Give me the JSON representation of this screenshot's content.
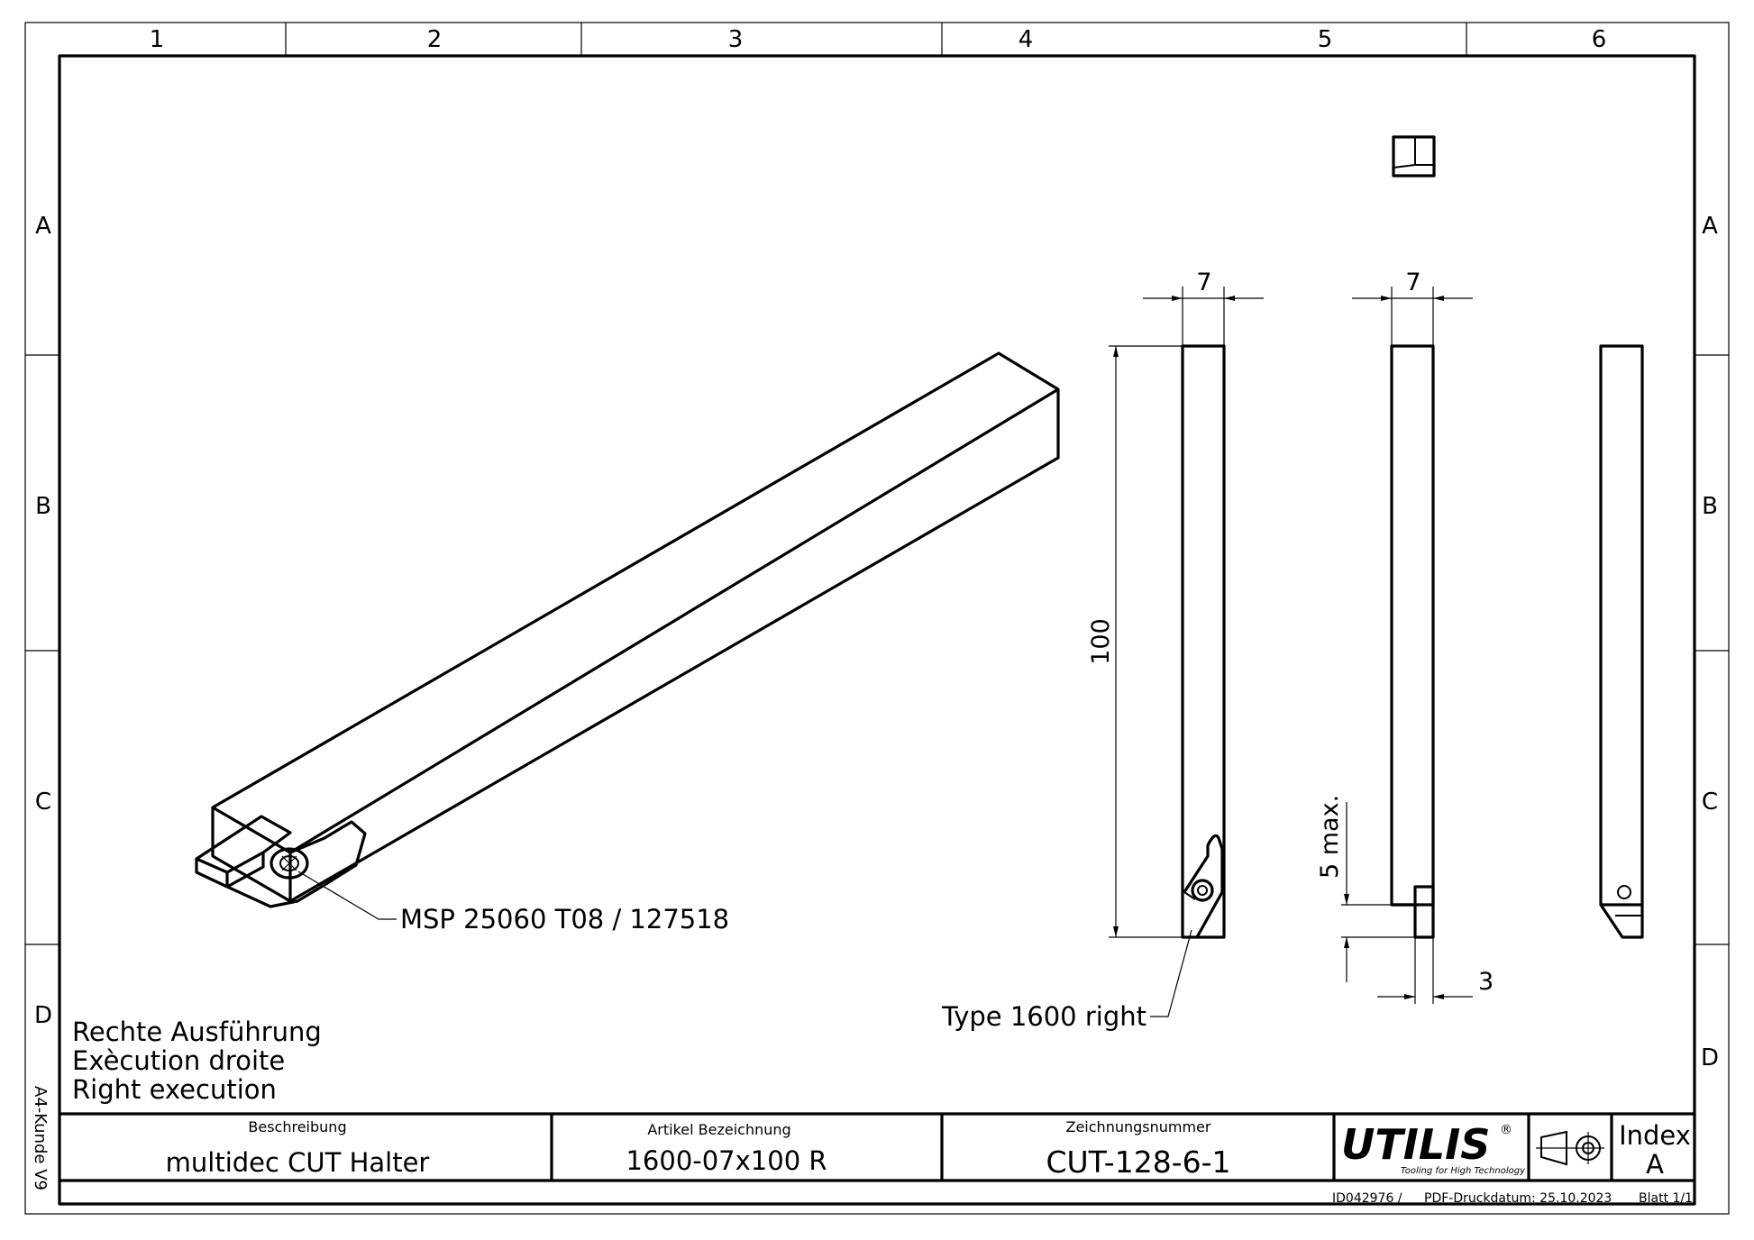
{
  "frame": {
    "columns": [
      "1",
      "2",
      "3",
      "4",
      "5",
      "6"
    ],
    "rows_left": [
      "A",
      "B",
      "C",
      "D"
    ],
    "rows_right": [
      "A",
      "B",
      "C",
      "D"
    ],
    "template_label": "A4-Kunde V9"
  },
  "notes": {
    "execution_de": "Rechte Ausführung",
    "execution_fr": "Exècution droite",
    "execution_en": "Right execution",
    "screw_callout": "MSP 25060 T08 / 127518",
    "insert_callout": "Type 1600 right"
  },
  "dimensions": {
    "front_width": "7",
    "side_width": "7",
    "length": "100",
    "offset_max": "5 max.",
    "insert_width": "3"
  },
  "title_block": {
    "description_header": "Beschreibung",
    "description": "multidec CUT Halter",
    "article_header": "Artikel Bezeichnung",
    "article": "1600-07x100 R",
    "drawing_number_header": "Zeichnungsnummer",
    "drawing_number": "CUT-128-6-1",
    "brand": "UTILIS",
    "brand_tagline": "Tooling for High Technology",
    "registered": "®",
    "index_label": "Index",
    "index_value": "A"
  },
  "footer": {
    "id": "ID042976 /",
    "print_date": "PDF-Druckdatum: 25.10.2023",
    "sheet": "Blatt 1/1"
  },
  "icons": {
    "projection_symbol": "first-angle-projection-icon",
    "surface_symbol": "surface-finish-icon"
  }
}
